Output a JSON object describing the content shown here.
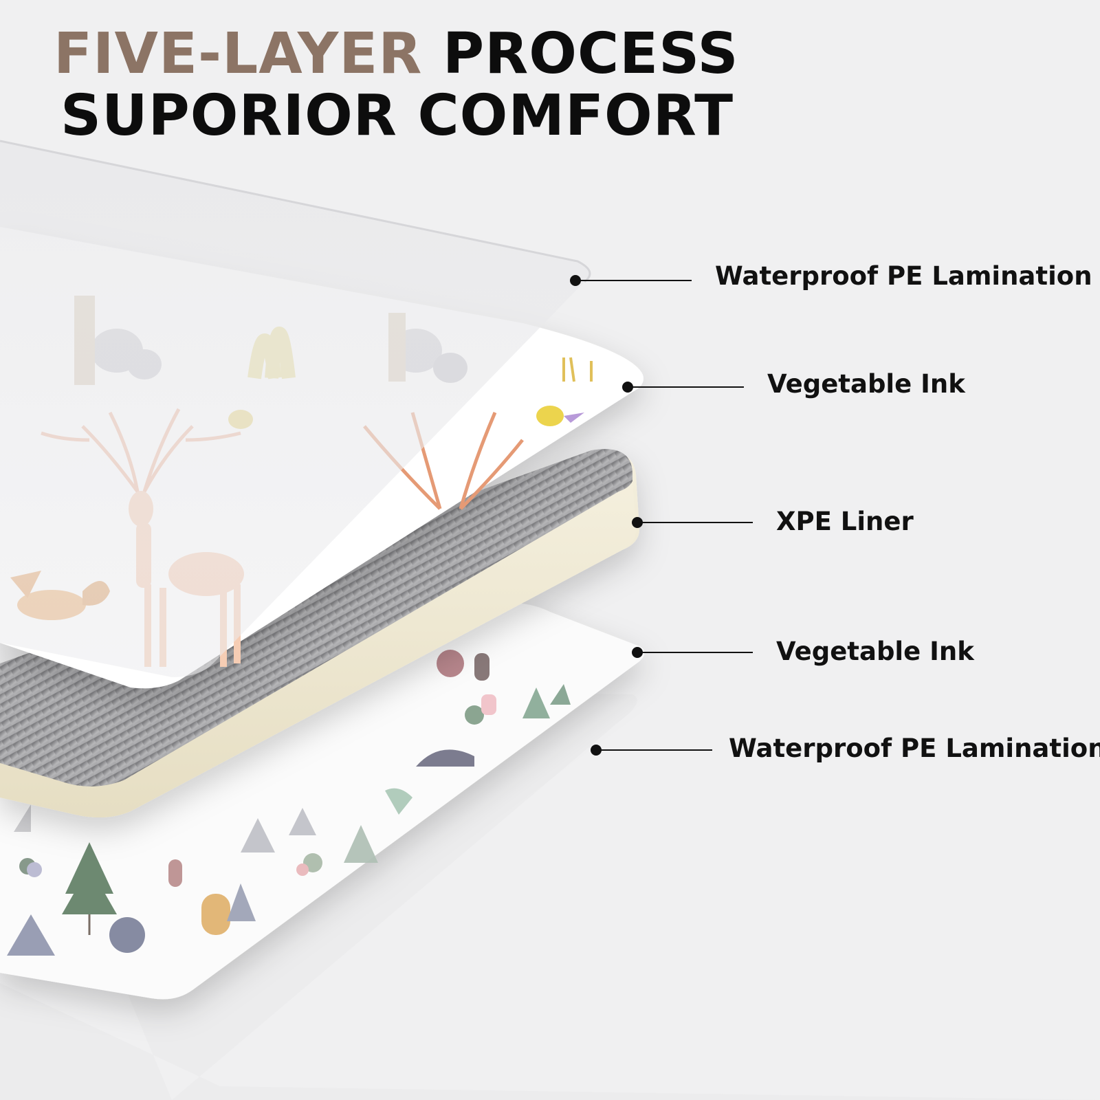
{
  "headline": {
    "line1_accent": "FIVE-LAYER",
    "line1_rest": "PROCESS",
    "line2": "SUPORIOR COMFORT"
  },
  "colors": {
    "accent": "#8c7465",
    "text": "#0d0d0d",
    "background": "#f0f0f1",
    "foam": "#efe9d6",
    "foam_top": "#8e8e91"
  },
  "layers": [
    {
      "label": "Waterproof PE Lamination"
    },
    {
      "label": "Vegetable Ink"
    },
    {
      "label": "XPE Liner"
    },
    {
      "label": "Vegetable Ink"
    },
    {
      "label": "Waterproof PE Lamination"
    }
  ]
}
